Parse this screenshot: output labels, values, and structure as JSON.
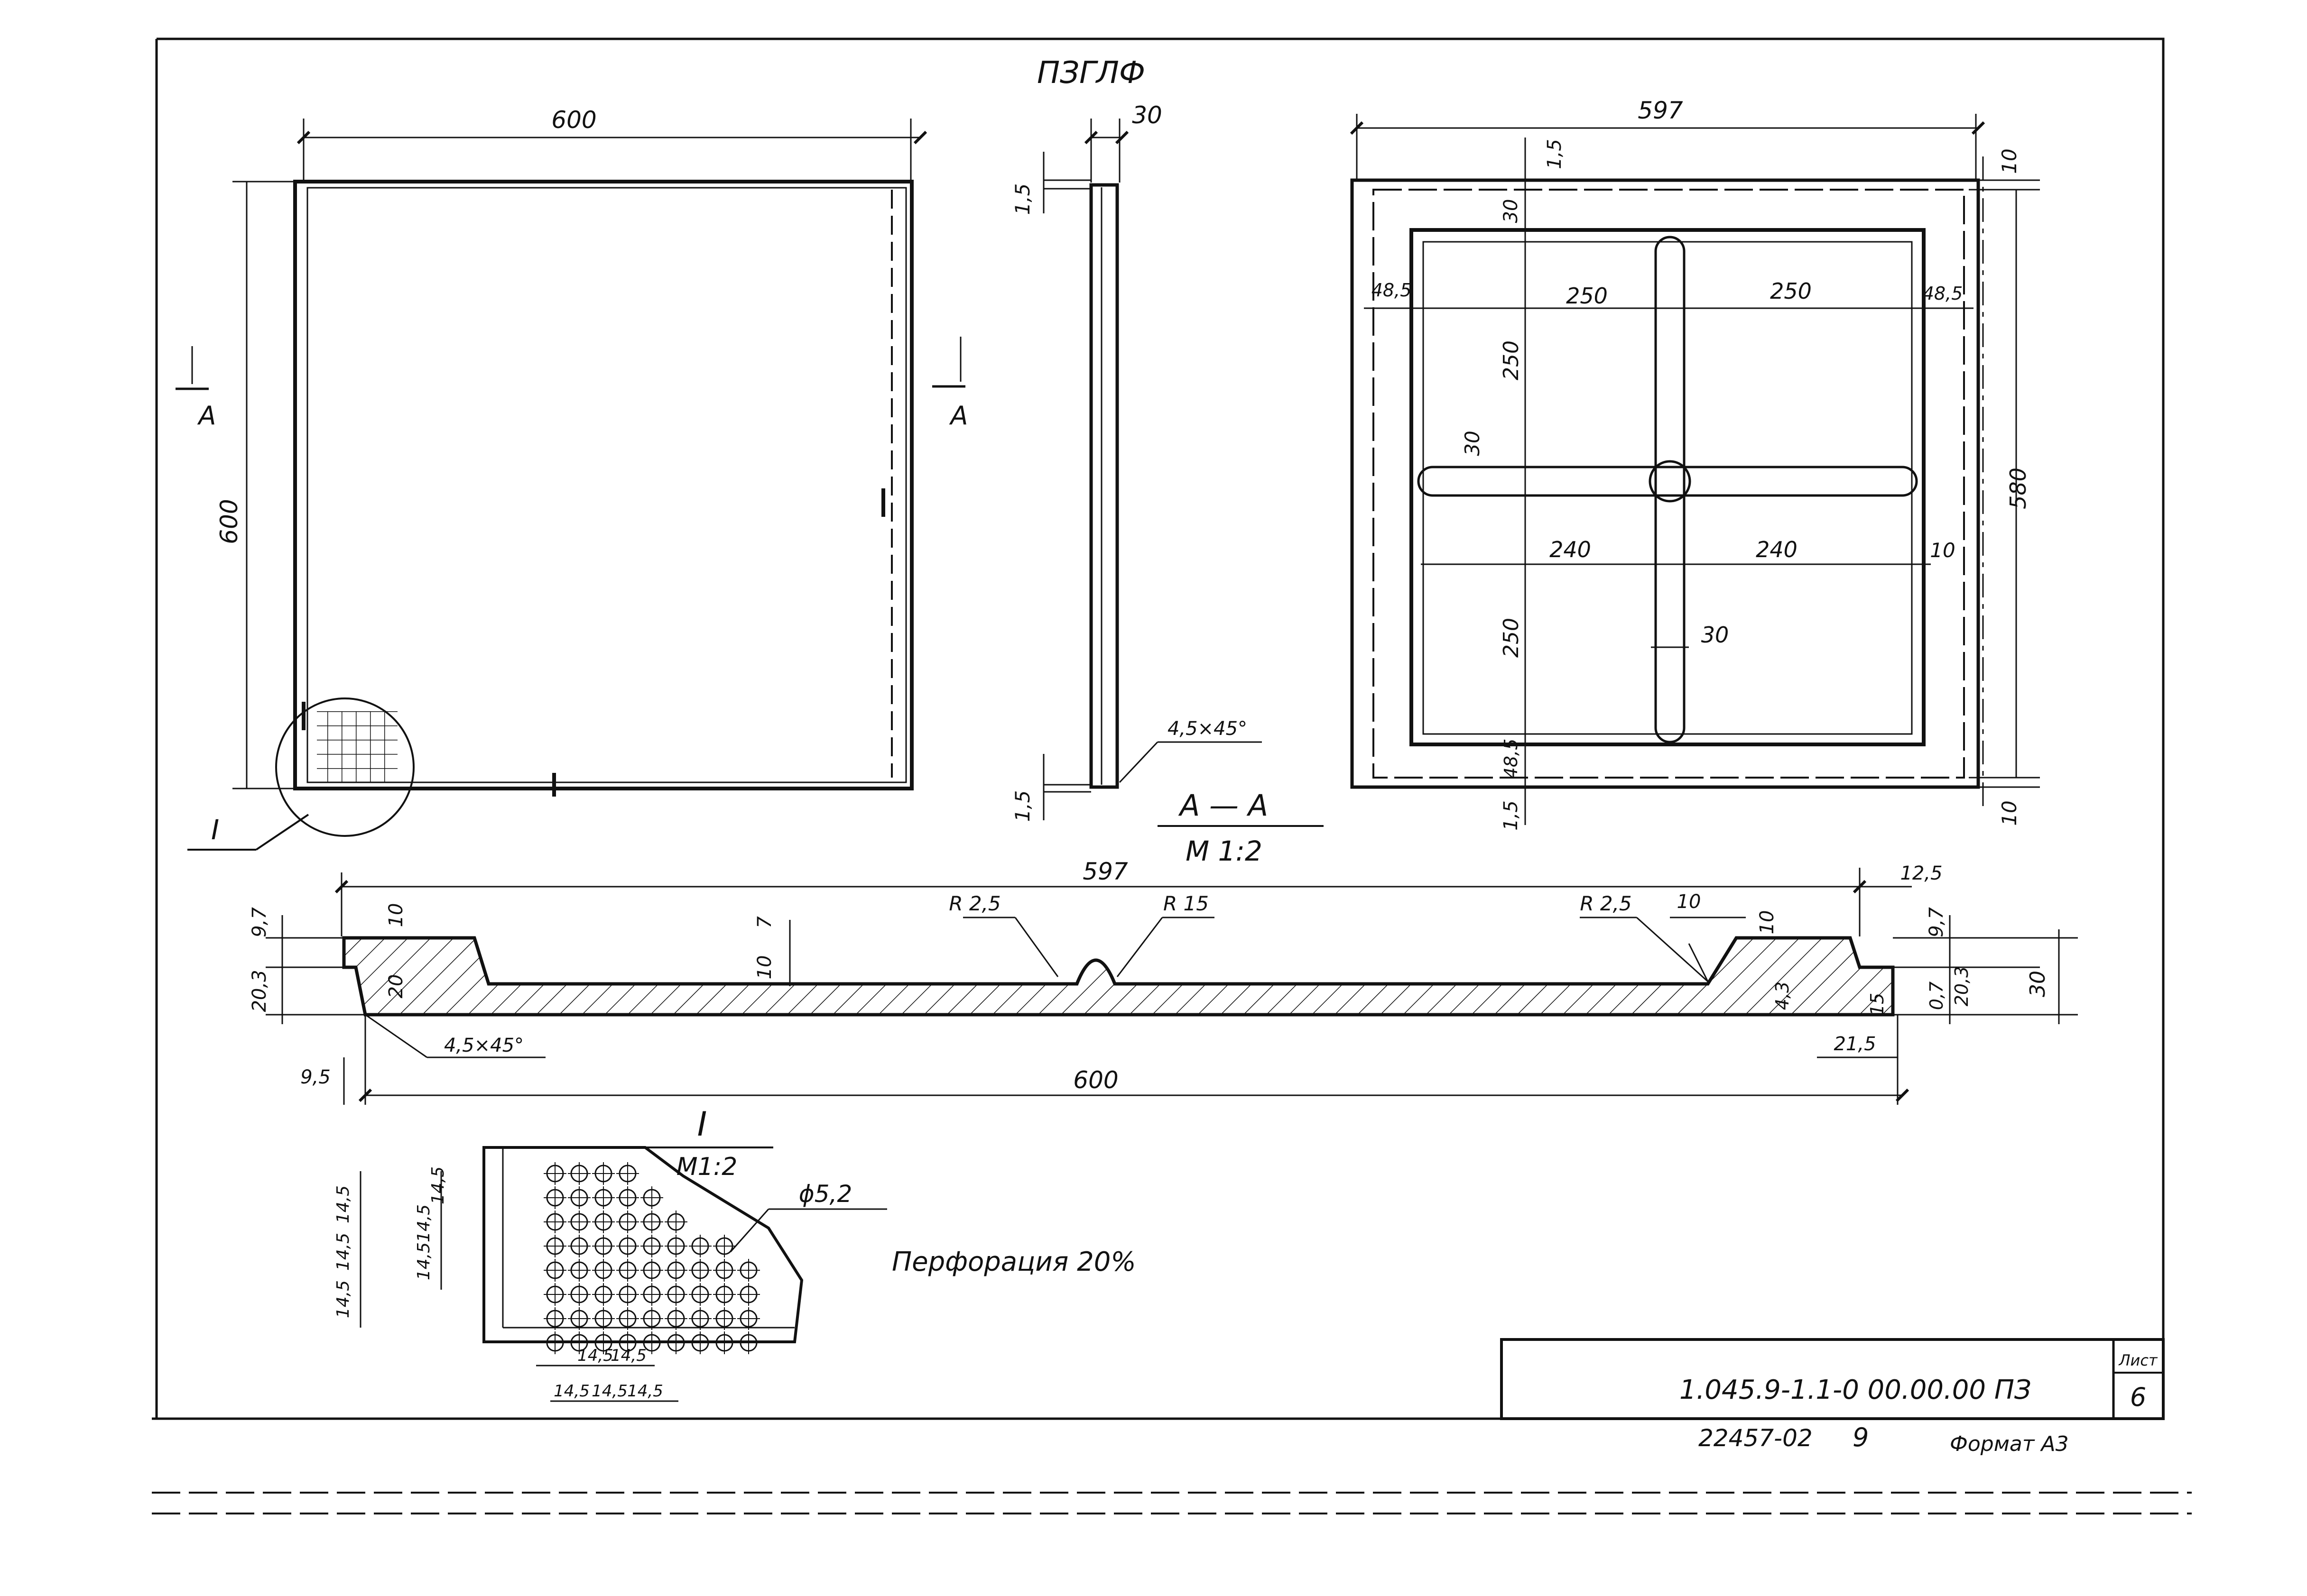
{
  "title": "ПЗГЛФ",
  "front_view": {
    "width": "600",
    "height": "600",
    "cut_mark": "A",
    "detail_mark": "I"
  },
  "side_view": {
    "thickness": "30",
    "top_gap": "1,5",
    "bottom_gap": "1,5",
    "chamfer": "4,5×45°"
  },
  "section_title": {
    "label": "A — A",
    "scale": "M 1:2"
  },
  "back_view": {
    "width": "597",
    "height": "580",
    "top_margin": "1,5",
    "bottom_margin": "1,5",
    "right_top": "10",
    "right_bottom": "10",
    "frame_top": "30",
    "left_side": "48,5",
    "right_side": "48,5",
    "bottom_side": "48,5",
    "top_left_width": "250",
    "top_right_width": "250",
    "top_height": "250",
    "bottom_height": "250",
    "rib_top": "30",
    "rib_bottom": "30",
    "bottom_left_width": "240",
    "bottom_right_width": "240",
    "right_gap": "10"
  },
  "section_view": {
    "top_length": "597",
    "bottom_length": "600",
    "left_top": "9,7",
    "left_bottom": "20,3",
    "left_inner": "10",
    "left_depth": "20",
    "left_chamfer": "4,5×45°",
    "left_offset": "9,5",
    "mid_top": "7",
    "mid_depth": "10",
    "radius_left": "R 2,5",
    "radius_center": "R 15",
    "radius_right": "R 2,5",
    "right_inner": "10",
    "right_rib": "10",
    "right_offset": "12,5",
    "right_top": "9,7",
    "right_chamfer": "4,3",
    "right_step": "15",
    "right_gap": "0,7",
    "right_lower": "20,3",
    "right_total": "30",
    "right_tab": "21,5"
  },
  "detail": {
    "label": "I",
    "scale": "M1:2",
    "hole": "ϕ5,2",
    "perforation": "Перфорация 20%",
    "pitch_outer_a": "14,5",
    "pitch_outer_b": "14,5",
    "pitch_outer_c": "14,5",
    "pitch_inner_a": "14,5",
    "pitch_inner_b": "14,5",
    "pitch_inner_c": "14,5",
    "horiz_top_a": "14,5",
    "horiz_top_b": "14,5",
    "horiz_bot_a": "14,5",
    "horiz_bot_b": "14,5",
    "horiz_bot_c": "14,5"
  },
  "title_block": {
    "designation": "1.045.9-1.1-0  00.00.00 ПЗ",
    "sheet_label": "Лист",
    "sheet_no": "6",
    "stamp": "22457-02",
    "stamp_page": "9",
    "format": "Формат А3"
  }
}
